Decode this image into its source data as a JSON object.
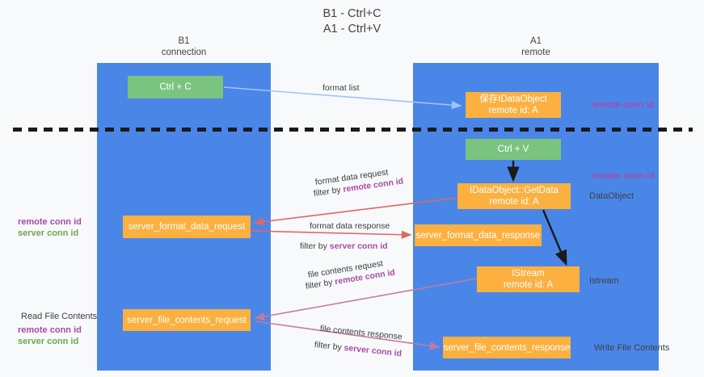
{
  "title": {
    "line1": "B1 - Ctrl+C",
    "line2": "A1 - Ctrl+V"
  },
  "columns": [
    {
      "name": "B1",
      "subtitle": "connection",
      "color": "#4a86e8"
    },
    {
      "name": "A1",
      "subtitle": "remote",
      "color": "#4a86e8"
    }
  ],
  "boxes": {
    "ctrl_c": {
      "label": "Ctrl + C",
      "color": "#7bc47f"
    },
    "copy_dataobject": {
      "line1": "保存IDataObject",
      "line2": "remote id: A",
      "color": "#fbb040"
    },
    "ctrl_v": {
      "label": "Ctrl + V",
      "color": "#7bc47f"
    },
    "getdata": {
      "line1": "IDataObject::GetData",
      "line2": "remote id: A",
      "color": "#fbb040"
    },
    "server_format_data_request": {
      "label": "server_format_data_request",
      "color": "#fbb040"
    },
    "server_format_data_response": {
      "label": "server_format_data_response",
      "color": "#fbb040"
    },
    "istream": {
      "line1": "IStream",
      "line2": "remote id: A",
      "color": "#fbb040"
    },
    "server_file_contents_request": {
      "label": "server_file_contents_request",
      "color": "#fbb040"
    },
    "server_file_contents_response": {
      "label": "server_file_contents_response",
      "color": "#fbb040"
    }
  },
  "flows": {
    "format_list": "format list",
    "format_data_request": "format data request",
    "format_data_request_filter_prefix": "filter by ",
    "format_data_request_filter_key": "remote conn id",
    "format_data_response": "format data response",
    "format_data_response_filter_prefix": "filter by ",
    "format_data_response_filter_key": "server conn id",
    "file_contents_request": "file contents request",
    "file_contents_request_filter_prefix": "filter by ",
    "file_contents_request_filter_key": "remote conn id",
    "file_contents_response": "file contents response",
    "file_contents_response_filter_prefix": "filter by ",
    "file_contents_response_filter_key": "server conn id"
  },
  "annotations": {
    "left": {
      "remote_conn_id": "remote conn id",
      "server_conn_id": "server conn id",
      "read_file_contents": "Read File Contents",
      "remote_conn_id_2": "remote conn id",
      "server_conn_id_2": "server conn id"
    },
    "right": {
      "remote_conn_id_top": "remote conn id",
      "remote_conn_id_mid": "remote conn id",
      "dataobject": "DataObject",
      "istream": "Istream",
      "write_file_contents": "Write File Contents"
    }
  },
  "colors": {
    "column_blue": "#4a86e8",
    "box_orange": "#fbb040",
    "box_green": "#7bc47f",
    "key_purple": "#a64ca6",
    "key_green": "#6aa84f",
    "arrow_light_blue": "#9fc5f8",
    "arrow_red": "#e06666",
    "arrow_magenta": "#c27ba0",
    "arrow_black": "#1a1a1a",
    "divider_black": "#1a1a1a",
    "background": "#f8f9fa"
  }
}
